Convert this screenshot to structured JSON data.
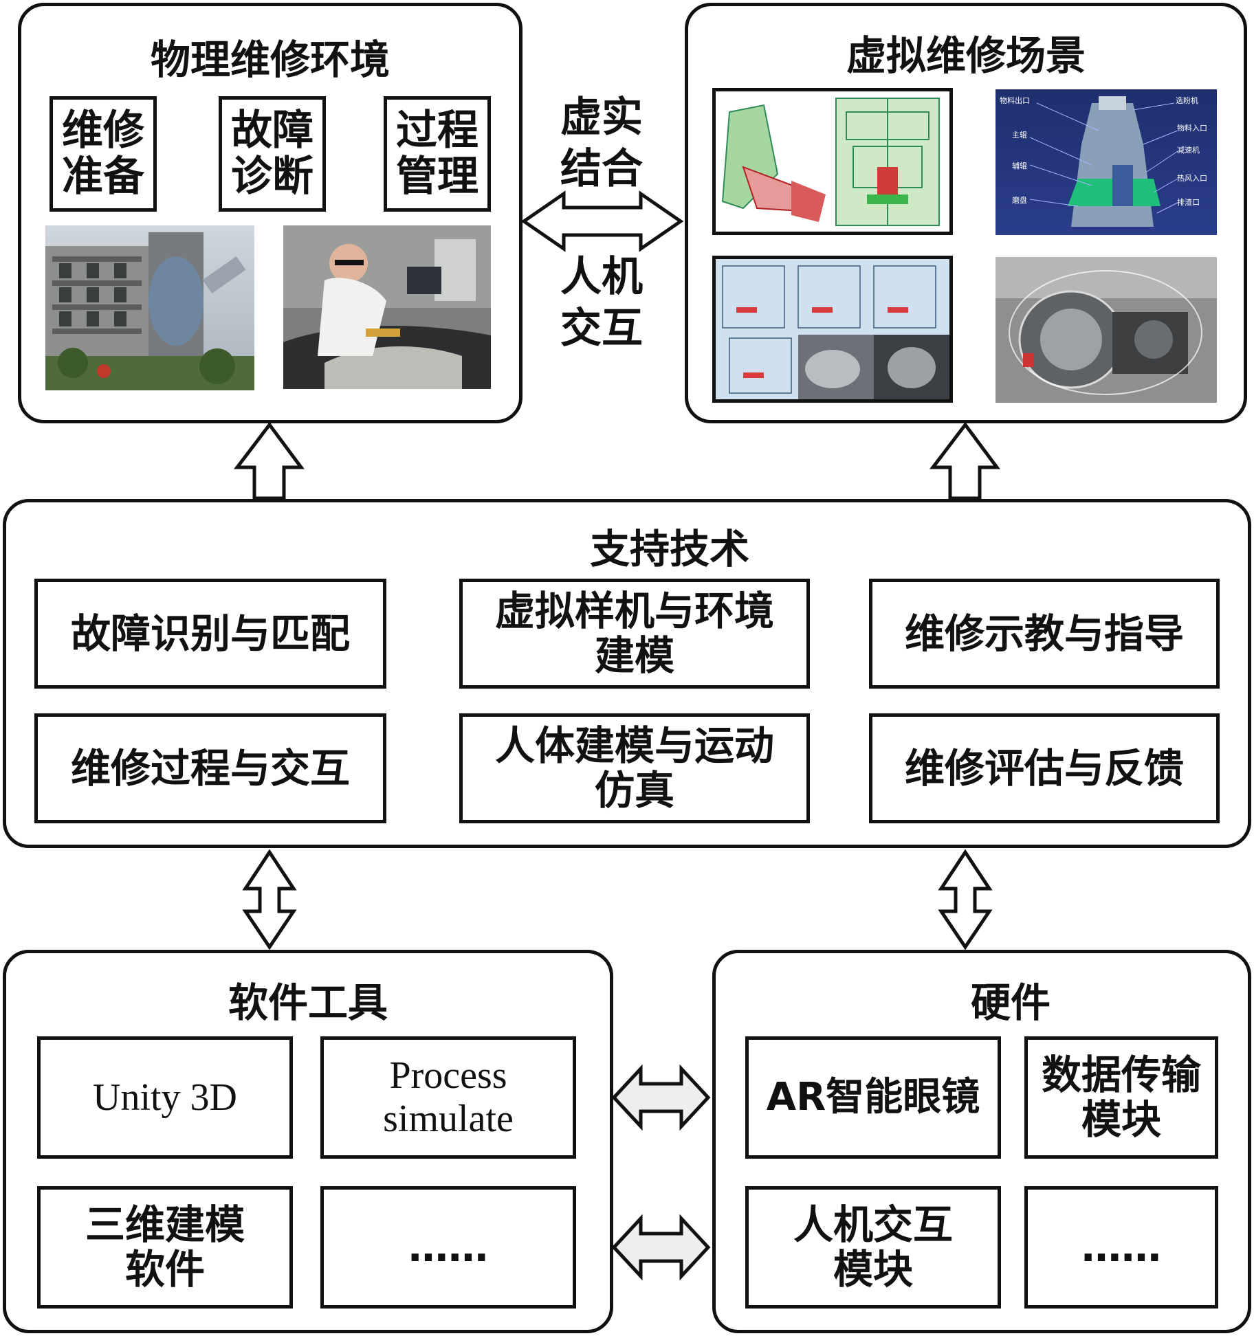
{
  "physical": {
    "title": "物理维修环境",
    "items": [
      "维修\n准备",
      "故障\n诊断",
      "过程\n管理"
    ]
  },
  "virtual": {
    "title": "虚拟维修场景",
    "mill_labels_left": [
      "物料出口",
      "主辊",
      "辅辊",
      "磨盘"
    ],
    "mill_labels_right": [
      "选粉机",
      "物料入口",
      "减速机",
      "热风入口",
      "排渣口"
    ]
  },
  "link": {
    "top": "虚实\n结合",
    "bottom": "人机\n交互"
  },
  "support": {
    "title": "支持技术",
    "items": [
      "故障识别与匹配",
      "虚拟样机与环境\n建模",
      "维修示教与指导",
      "维修过程与交互",
      "人体建模与运动\n仿真",
      "维修评估与反馈"
    ]
  },
  "software": {
    "title": "软件工具",
    "items": [
      "Unity 3D",
      "Process\nsimulate",
      "三维建模\n软件",
      "……"
    ]
  },
  "hardware": {
    "title": "硬件",
    "items": [
      "AR智能眼镜",
      "数据传输\n模块",
      "人机交互\n模块",
      "……"
    ]
  }
}
